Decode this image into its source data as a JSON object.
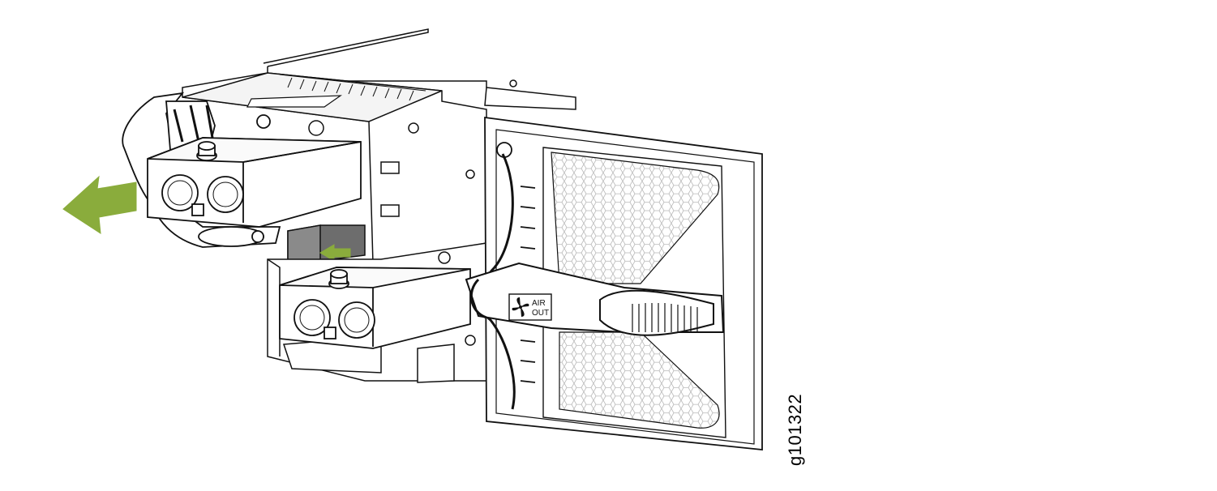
{
  "figure": {
    "id": "g101322",
    "badge_line1": "AIR",
    "badge_line2": "OUT"
  },
  "colors": {
    "arrow": "#8aac3c",
    "outline": "#111111",
    "panel": "#ffffff",
    "mesh": "#cfcfcf",
    "shade": "#7a7a7a"
  },
  "icons": [
    "fan-icon",
    "pull-arrow-icon",
    "push-arrow-icon",
    "thumbscrew-icon"
  ]
}
